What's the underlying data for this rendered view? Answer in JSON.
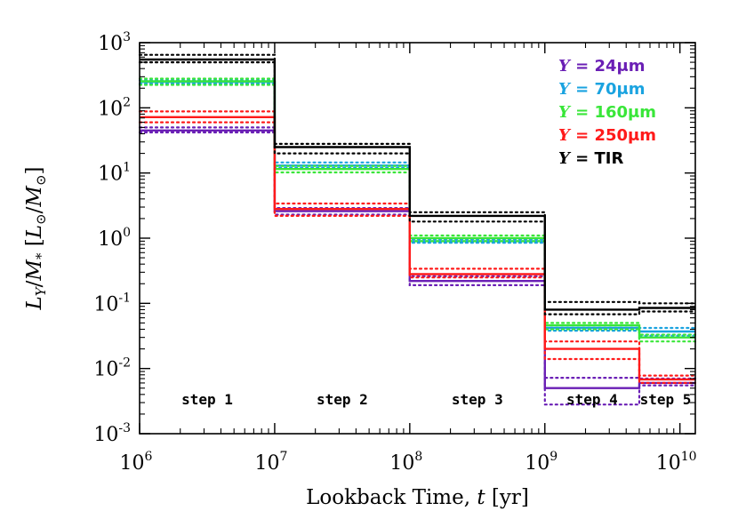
{
  "chart_data": {
    "type": "line",
    "subtype": "step",
    "xscale": "log",
    "yscale": "log",
    "xlim": [
      1000000,
      13000000000
    ],
    "ylim": [
      0.001,
      1000
    ],
    "xlabel": "Lookback Time, t [yr]",
    "ylabel": "L_Y/M_* [L_⊙/M_⊙]",
    "x_ticks": [
      {
        "base": "10",
        "exp": "6",
        "value": 1000000
      },
      {
        "base": "10",
        "exp": "7",
        "value": 10000000
      },
      {
        "base": "10",
        "exp": "8",
        "value": 100000000
      },
      {
        "base": "10",
        "exp": "9",
        "value": 1000000000
      },
      {
        "base": "10",
        "exp": "10",
        "value": 10000000000
      }
    ],
    "y_ticks": [
      {
        "base": "10",
        "exp": "-3",
        "value": 0.001
      },
      {
        "base": "10",
        "exp": "-2",
        "value": 0.01
      },
      {
        "base": "10",
        "exp": "-1",
        "value": 0.1
      },
      {
        "base": "10",
        "exp": "0",
        "value": 1
      },
      {
        "base": "10",
        "exp": "1",
        "value": 10
      },
      {
        "base": "10",
        "exp": "2",
        "value": 100
      },
      {
        "base": "10",
        "exp": "3",
        "value": 1000
      }
    ],
    "step_edges": [
      1000000,
      10000000,
      100000000,
      1000000000,
      5000000000,
      13000000000
    ],
    "steps": [
      {
        "label": "step 1"
      },
      {
        "label": "step 2"
      },
      {
        "label": "step 3"
      },
      {
        "label": "step 4"
      },
      {
        "label": "step 5"
      }
    ],
    "legend_position": "top-right",
    "series": [
      {
        "name": "24μm",
        "color": "#6a1fb5",
        "values": [
          45,
          2.6,
          0.22,
          0.005,
          0.006
        ],
        "lower": [
          42,
          2.3,
          0.19,
          0.0028,
          0.0055
        ],
        "upper": [
          50,
          2.9,
          0.26,
          0.0072,
          0.007
        ]
      },
      {
        "name": "70μm",
        "color": "#1aa3e0",
        "values": [
          250,
          13,
          0.9,
          0.042,
          0.037
        ],
        "lower": [
          235,
          12,
          0.85,
          0.038,
          0.032
        ],
        "upper": [
          265,
          14.5,
          0.96,
          0.046,
          0.042
        ]
      },
      {
        "name": "160μm",
        "color": "#39e639",
        "values": [
          255,
          11.5,
          1.0,
          0.046,
          0.03
        ],
        "lower": [
          225,
          10.2,
          0.9,
          0.04,
          0.026
        ],
        "upper": [
          280,
          12.8,
          1.1,
          0.05,
          0.033
        ]
      },
      {
        "name": "250μm",
        "color": "#ff1a1a",
        "values": [
          72,
          2.8,
          0.28,
          0.02,
          0.0068
        ],
        "lower": [
          60,
          2.2,
          0.25,
          0.014,
          0.006
        ],
        "upper": [
          88,
          3.4,
          0.34,
          0.026,
          0.0078
        ]
      },
      {
        "name": "TIR",
        "color": "#000000",
        "values": [
          550,
          25,
          2.2,
          0.08,
          0.085
        ],
        "lower": [
          500,
          20,
          1.8,
          0.068,
          0.075
        ],
        "upper": [
          650,
          28,
          2.5,
          0.105,
          0.1
        ]
      }
    ]
  }
}
